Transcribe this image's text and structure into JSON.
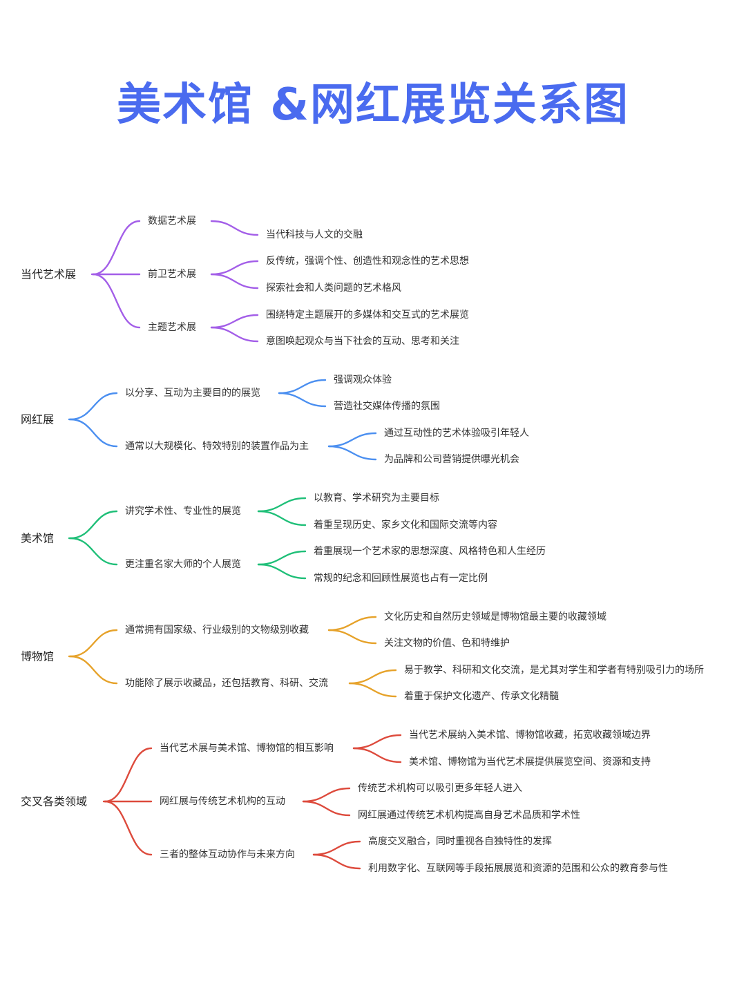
{
  "title": "美术馆 &网红展览关系图",
  "colors": {
    "title": "#4a6bef"
  },
  "branches": [
    {
      "label": "当代艺术展",
      "color": "#a35ee8",
      "children": [
        {
          "label": "数据艺术展",
          "leaves": [
            "当代科技与人文的交融"
          ]
        },
        {
          "label": "前卫艺术展",
          "leaves": [
            "反传统，强调个性、创造性和观念性的艺术思想",
            "探索社会和人类问题的艺术格风"
          ]
        },
        {
          "label": "主题艺术展",
          "leaves": [
            "围绕特定主题展开的多媒体和交互式的艺术展览",
            "意图唤起观众与当下社会的互动、思考和关注"
          ]
        }
      ]
    },
    {
      "label": "网红展",
      "color": "#4b8ff0",
      "children": [
        {
          "label": "以分享、互动为主要目的的展览",
          "leaves": [
            "强调观众体验",
            "营造社交媒体传播的氛围"
          ]
        },
        {
          "label": "通常以大规模化、特效特别的装置作品为主",
          "leaves": [
            "通过互动性的艺术体验吸引年轻人",
            "为品牌和公司营销提供曝光机会"
          ]
        }
      ]
    },
    {
      "label": "美术馆",
      "color": "#1fbf78",
      "children": [
        {
          "label": "讲究学术性、专业性的展览",
          "leaves": [
            "以教育、学术研究为主要目标",
            "着重呈现历史、家乡文化和国际交流等内容"
          ]
        },
        {
          "label": "更注重名家大师的个人展览",
          "leaves": [
            "着重展现一个艺术家的思想深度、风格特色和人生经历",
            "常规的纪念和回顾性展览也占有一定比例"
          ]
        }
      ]
    },
    {
      "label": "博物馆",
      "color": "#e6a22a",
      "children": [
        {
          "label": "通常拥有国家级、行业级别的文物级别收藏",
          "leaves": [
            "文化历史和自然历史领域是博物馆最主要的收藏领域",
            "关注文物的价值、色和特维护"
          ]
        },
        {
          "label": "功能除了展示收藏品，还包括教育、科研、交流",
          "leaves": [
            "易于教学、科研和文化交流，是尤其对学生和学者有特别吸引力的场所",
            "着重于保护文化遗产、传承文化精髓"
          ]
        }
      ]
    },
    {
      "label": "交叉各类领域",
      "color": "#dd4a3c",
      "children": [
        {
          "label": "当代艺术展与美术馆、博物馆的相互影响",
          "leaves": [
            "当代艺术展纳入美术馆、博物馆收藏，拓宽收藏领域边界",
            "美术馆、博物馆为当代艺术展提供展览空间、资源和支持"
          ]
        },
        {
          "label": "网红展与传统艺术机构的互动",
          "leaves": [
            "传统艺术机构可以吸引更多年轻人进入",
            "网红展通过传统艺术机构提高自身艺术品质和学术性"
          ]
        },
        {
          "label": "三者的整体互动协作与未来方向",
          "leaves": [
            "高度交叉融合，同时重视各自独特性的发挥",
            "利用数字化、互联网等手段拓展展览和资源的范围和公众的教育参与性"
          ]
        }
      ]
    }
  ]
}
